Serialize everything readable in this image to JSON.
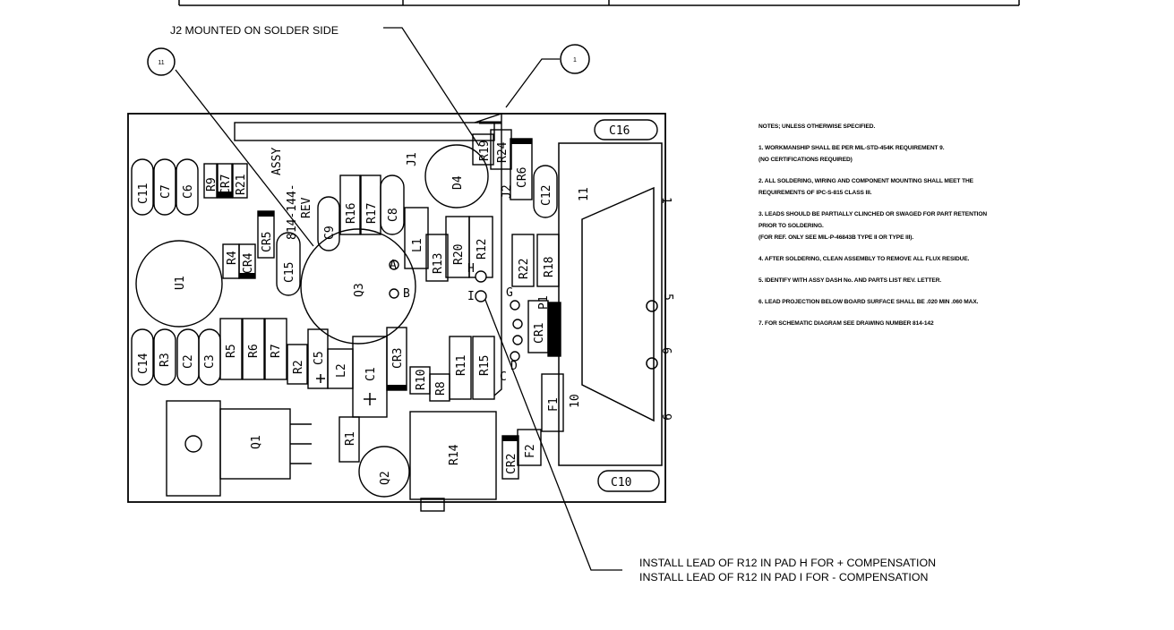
{
  "callouts": {
    "j2": "J2 MOUNTED ON SOLDER SIDE",
    "balloon_left": "11",
    "balloon_right": "1"
  },
  "board_labels": {
    "assy": "ASSY",
    "part": "814-144-",
    "rev": "REV",
    "j1": "J1",
    "j2": "J2",
    "pads": [
      "H",
      "I",
      "G",
      "D",
      "C",
      "B",
      "A"
    ]
  },
  "components": [
    "C16",
    "C11",
    "C7",
    "C6",
    "R9",
    "CR7",
    "R21",
    "CR5",
    "R4",
    "CR4",
    "C15",
    "C9",
    "R16",
    "R17",
    "C8",
    "L1",
    "D4",
    "R19",
    "R24",
    "CR6",
    "C12",
    "R20",
    "R12",
    "R13",
    "Q3",
    "U1",
    "R22",
    "R18",
    "P1",
    "CR1",
    "C14",
    "R3",
    "C2",
    "C3",
    "R5",
    "R6",
    "R7",
    "R2",
    "C5",
    "L2",
    "C1",
    "CR3",
    "R10",
    "R8",
    "R11",
    "R15",
    "F1",
    "Q1",
    "R1",
    "Q2",
    "R14",
    "CR2",
    "F2",
    "C10"
  ],
  "connector_pins": [
    "1",
    "5",
    "6",
    "9",
    "10",
    "11"
  ],
  "notes": {
    "header": "NOTES; UNLESS OTHERWISE SPECIFIED.",
    "n1": "1.  WORKMANSHIP SHALL BE PER MIL-STD-454K REQUIREMENT 9.",
    "n1b": "(NO CERTIFICATIONS REQUIRED)",
    "n2": "2.  ALL SOLDERING, WIRING AND COMPONENT MOUNTING SHALL MEET THE",
    "n2b": "REQUIREMENTS OF IPC-S-815 CLASS III.",
    "n3": "3.  LEADS SHOULD BE PARTIALLY CLINCHED OR SWAGED FOR PART RETENTION",
    "n3b": "PRIOR TO SOLDERING.",
    "n3c": "(FOR REF. ONLY SEE MIL-P-46843B TYPE II OR TYPE III).",
    "n4": "4.  AFTER SOLDERING, CLEAN ASSEMBLY TO REMOVE ALL FLUX RESIDUE.",
    "n5": "5.        IDENTIFY WITH ASSY DASH No. AND PARTS LIST REV. LETTER.",
    "n6": "6.  LEAD PROJECTION BELOW BOARD SURFACE SHALL BE .020 MIN .060 MAX.",
    "n7": "7.  FOR SCHEMATIC DIAGRAM SEE DRAWING NUMBER  814-142"
  },
  "bottom_notes": {
    "line1": "INSTALL LEAD OF R12 IN PAD H FOR + COMPENSATION",
    "line2": "INSTALL LEAD OF R12 IN PAD I FOR - COMPENSATION"
  }
}
